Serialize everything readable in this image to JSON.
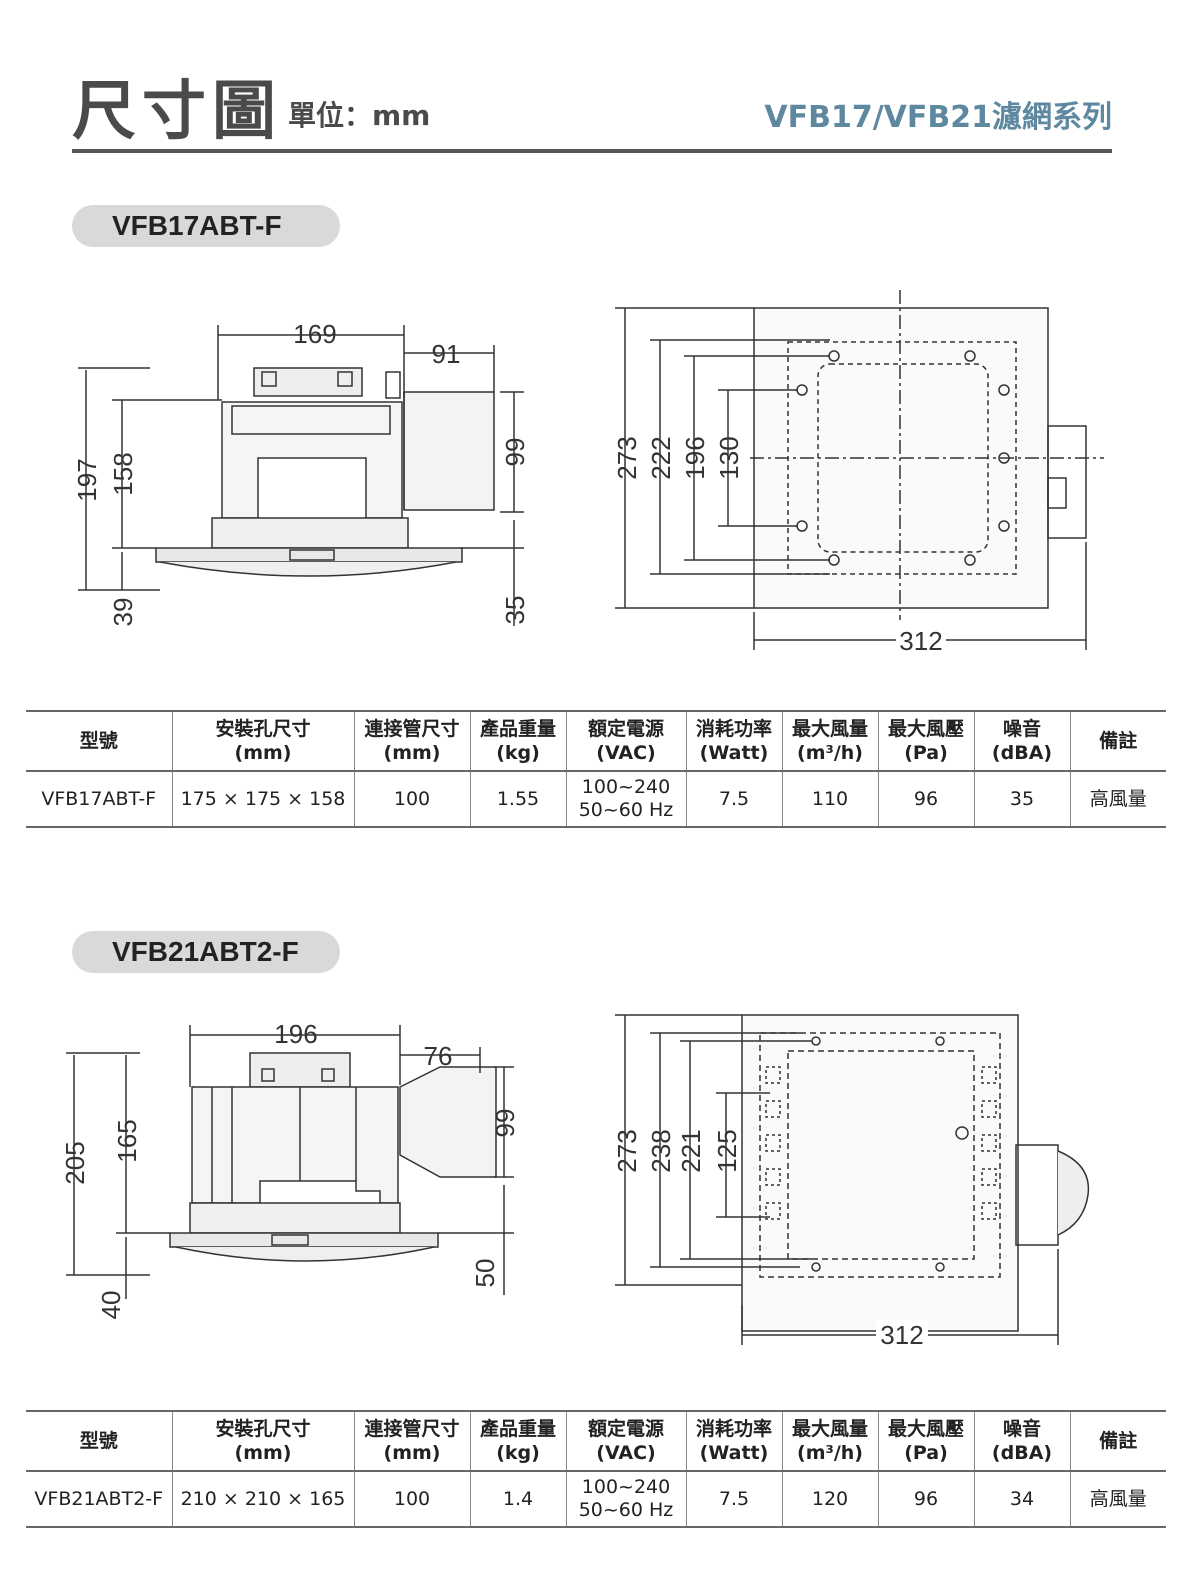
{
  "header": {
    "title": "尺寸圖",
    "unit": "單位：mm",
    "series": "VFB17/VFB21濾網系列"
  },
  "columns": [
    {
      "l1": "型號",
      "l2": ""
    },
    {
      "l1": "安裝孔尺寸",
      "l2": "(mm)"
    },
    {
      "l1": "連接管尺寸",
      "l2": "(mm)"
    },
    {
      "l1": "產品重量",
      "l2": "(kg)"
    },
    {
      "l1": "額定電源",
      "l2": "(VAC)"
    },
    {
      "l1": "消耗功率",
      "l2": "(Watt)"
    },
    {
      "l1": "最大風量",
      "l2": "(m³/h)"
    },
    {
      "l1": "最大風壓",
      "l2": "(Pa)"
    },
    {
      "l1": "噪音",
      "l2": "(dBA)"
    },
    {
      "l1": "備註",
      "l2": ""
    }
  ],
  "models": [
    {
      "name": "VFB17ABT-F",
      "side_dims": {
        "width": "169",
        "duct": "91",
        "total_h": "197",
        "body_h": "158",
        "grille_h": "39",
        "duct_d": "99",
        "duct_off": "35"
      },
      "top_dims": {
        "h1": "273",
        "h2": "222",
        "h3": "196",
        "h4": "130",
        "width": "312"
      },
      "row": {
        "model": "VFB17ABT-F",
        "hole": "175 × 175 × 158",
        "duct": "100",
        "weight": "1.55",
        "power_v1": "100~240",
        "power_v2": "50~60 Hz",
        "watt": "7.5",
        "airflow": "110",
        "pressure": "96",
        "noise": "35",
        "note": "高風量"
      }
    },
    {
      "name": "VFB21ABT2-F",
      "side_dims": {
        "width": "196",
        "duct": "76",
        "total_h": "205",
        "body_h": "165",
        "grille_h": "40",
        "duct_d": "99",
        "duct_off": "50"
      },
      "top_dims": {
        "h1": "273",
        "h2": "238",
        "h3": "221",
        "h4": "125",
        "width": "312"
      },
      "row": {
        "model": "VFB21ABT2-F",
        "hole": "210 × 210 × 165",
        "duct": "100",
        "weight": "1.4",
        "power_v1": "100~240",
        "power_v2": "50~60 Hz",
        "watt": "7.5",
        "airflow": "120",
        "pressure": "96",
        "noise": "34",
        "note": "高風量"
      }
    }
  ]
}
